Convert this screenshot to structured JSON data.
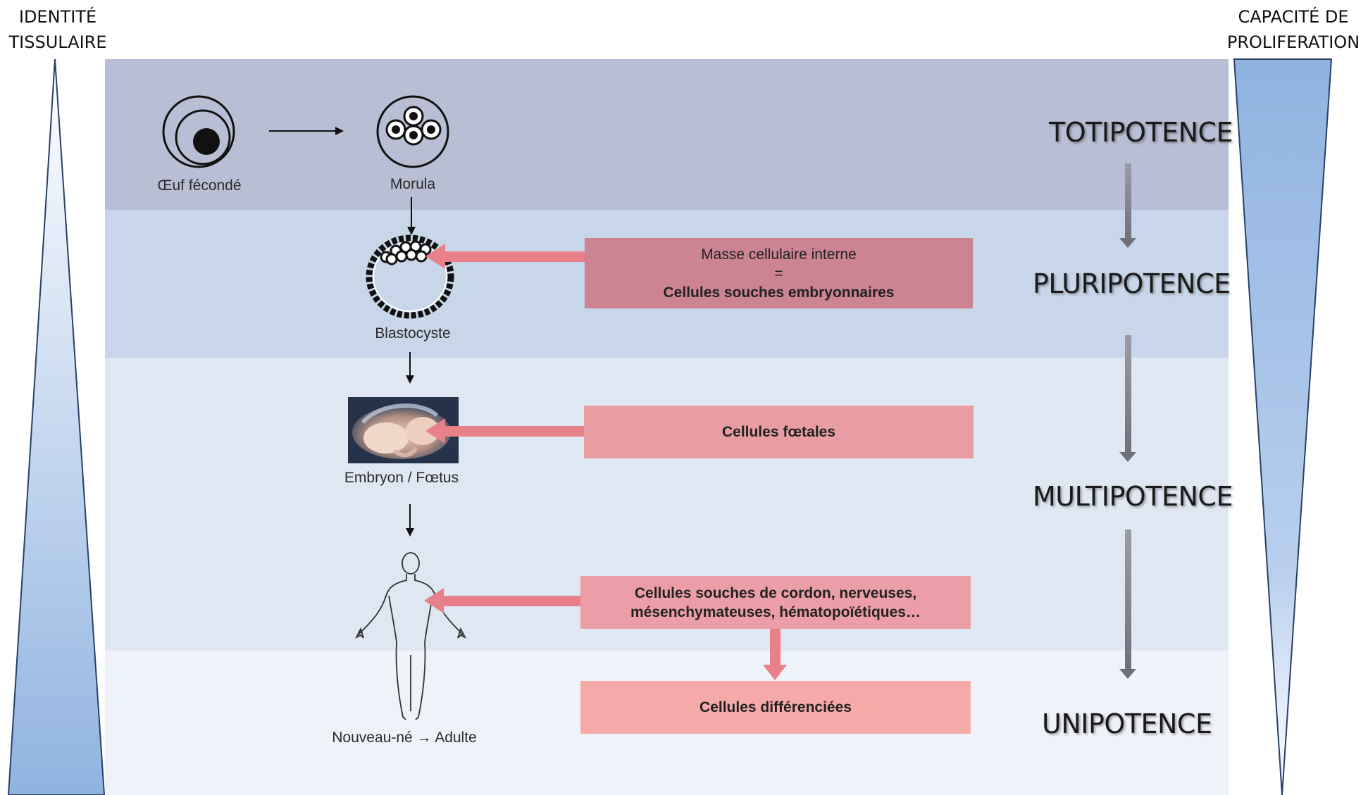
{
  "left_title": {
    "line1": "IDENTITÉ",
    "line2": "TISSULAIRE"
  },
  "right_title": {
    "line1": "CAPACITÉ DE",
    "line2": "PROLIFERATION"
  },
  "stages": {
    "totipotence": "TOTIPOTENCE",
    "pluripotence": "PLURIPOTENCE",
    "multipotence": "MULTIPOTENCE",
    "unipotence": "UNIPOTENCE"
  },
  "captions": {
    "egg": "Œuf fécondé",
    "morula": "Morula",
    "blastocyst": "Blastocyste",
    "embryo": "Embryon / Fœtus",
    "adult": "Nouveau-né → Adulte"
  },
  "boxes": {
    "icm_line1": "Masse cellulaire interne",
    "icm_line2": "=",
    "icm_line3": "Cellules souches embryonnaires",
    "fetal": "Cellules fœtales",
    "adult_stem": "Cellules souches de cordon, nerveuses, mésenchymateuses, hématopoïétiques…",
    "differentiated": "Cellules différenciées"
  },
  "colors": {
    "band_totipotence": "#b8bed4",
    "band_pluripotence": "#c7d6e8",
    "band_multipotence": "#dfe7f2",
    "band_unipotence": "#eff2f8",
    "box_icm": "#cc8392",
    "box_fetal": "#e89da3",
    "box_adult": "#eb9ea5",
    "box_diff": "#f5aaa8",
    "arrow_pink": "#e8808a",
    "triangle_blue": "#8fb3e0"
  }
}
